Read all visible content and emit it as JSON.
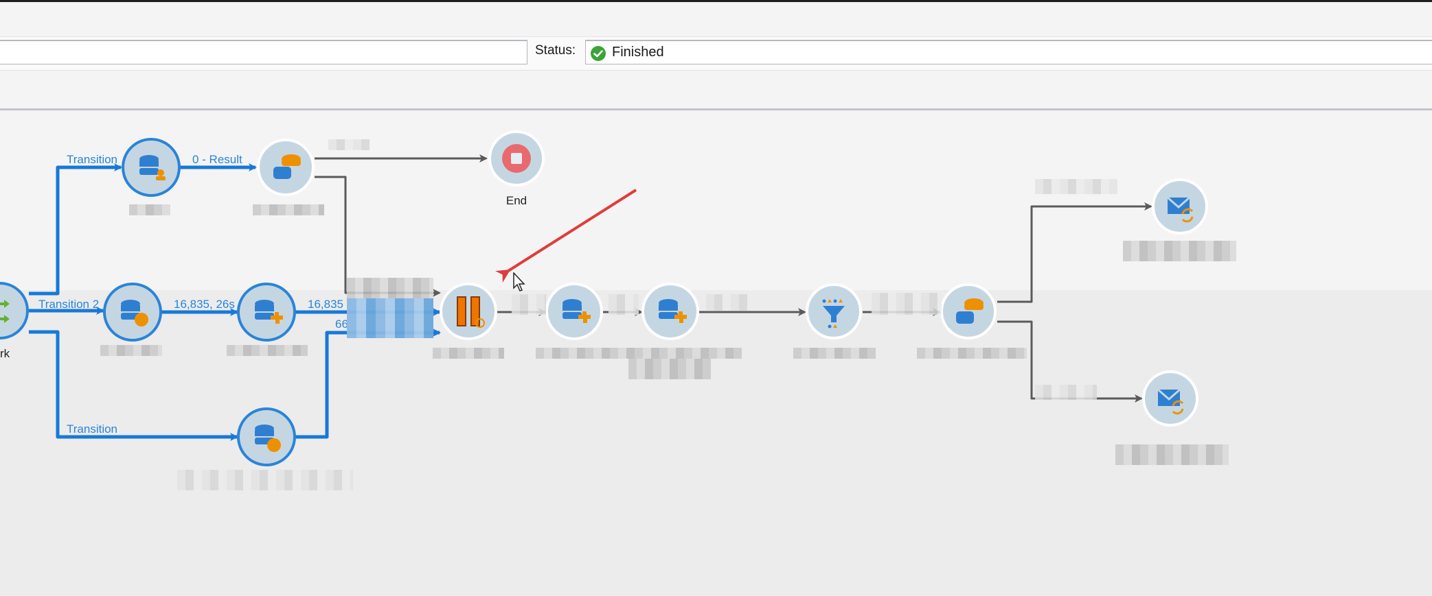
{
  "header": {
    "name_value": "",
    "status_label": "Status:",
    "status_value": "Finished",
    "status_icon": "check-circle-icon",
    "status_color": "#3aa437"
  },
  "workflow": {
    "colors": {
      "executed_transition": "#1679d8",
      "pending_transition": "#5a5a5a",
      "node_fill": "#c5d6e3",
      "annotation_arrow": "#e03c3c"
    },
    "nodes": [
      {
        "id": "start",
        "label": "rk",
        "icon": "fork-icon"
      },
      {
        "id": "top1",
        "label": "",
        "icon": "database-person-icon"
      },
      {
        "id": "top2",
        "label": "",
        "icon": "database-stack-icon"
      },
      {
        "id": "mid1",
        "label": "",
        "icon": "database-dot-icon"
      },
      {
        "id": "mid2",
        "label": "",
        "icon": "database-puzzle-icon"
      },
      {
        "id": "bottom",
        "label": "",
        "icon": "database-dot-icon"
      },
      {
        "id": "end",
        "label": "End",
        "icon": "stop-icon"
      },
      {
        "id": "pause",
        "label": "",
        "icon": "pause-icon"
      },
      {
        "id": "split1",
        "label": "",
        "icon": "database-puzzle-icon"
      },
      {
        "id": "split2",
        "label": "",
        "icon": "database-puzzle-icon"
      },
      {
        "id": "filter",
        "label": "",
        "icon": "filter-icon"
      },
      {
        "id": "save",
        "label": "",
        "icon": "database-stack-icon"
      },
      {
        "id": "email1",
        "label": "",
        "icon": "email-refresh-icon"
      },
      {
        "id": "email2",
        "label": "",
        "icon": "email-refresh-icon"
      }
    ],
    "transitions": {
      "start_top1": "Transition",
      "start_mid1": "Transition 2",
      "start_bottom": "Transition",
      "top1_top2": "0 - Result",
      "mid1_mid2": "16,835, 26s",
      "mid2_pause": "16,835",
      "bottom_pause": "66"
    }
  }
}
